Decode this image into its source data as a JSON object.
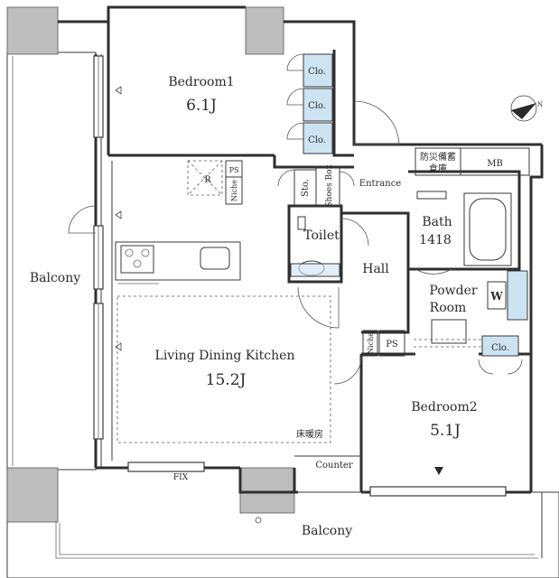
{
  "plan": {
    "rooms": {
      "bedroom1_name": "Bedroom1",
      "bedroom1_size": "6.1J",
      "ldk_name": "Living Dining Kitchen",
      "ldk_size": "15.2J",
      "bedroom2_name": "Bedroom2",
      "bedroom2_size": "5.1J",
      "toilet": "Toilet",
      "hall": "Hall",
      "bath": "Bath",
      "bath_size": "1418",
      "powder_line1": "Powder",
      "powder_line2": "Room",
      "entrance": "Entrance"
    },
    "balconies": {
      "left": "Balcony",
      "bottom": "Balcony"
    },
    "storage": {
      "closet1": "Clo.",
      "closet2": "Clo.",
      "closet3": "Clo.",
      "closet_bed2": "Clo.",
      "storage": "Sto.",
      "shoes_box": "Shoes Box",
      "ps1": "PS",
      "ps2": "PS",
      "niche1": "Niche",
      "niche2": "Niche",
      "r_mark": "R",
      "w_mark": "W",
      "mb": "MB",
      "bousai_line1": "防災備蓄",
      "bousai_line2": "倉庫"
    },
    "notes": {
      "floor_heating": "床暖房",
      "counter": "Counter",
      "fix": "FIX",
      "compass_n": "N"
    }
  }
}
